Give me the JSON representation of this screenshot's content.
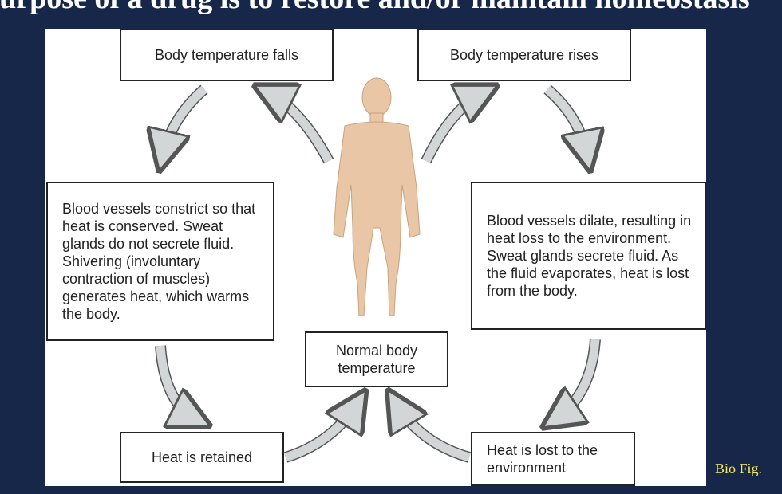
{
  "slide": {
    "title": "purpose of a drug is to restore and/or maintain homeostasis",
    "caption": "Bio Fig."
  },
  "diagram": {
    "boxes": {
      "temp_falls": "Body temperature falls",
      "temp_rises": "Body temperature rises",
      "constrict": "Blood vessels constrict so that heat is conserved. Sweat glands do not secrete fluid. Shivering (involuntary contraction of muscles) generates heat, which warms the body.",
      "dilate": "Blood vessels dilate, resulting in heat loss to the environment. Sweat glands secrete fluid. As the fluid evaporates, heat is lost from the body.",
      "normal": "Normal body temperature",
      "retained": "Heat is retained",
      "lost": "Heat is lost to the environment"
    }
  },
  "colors": {
    "background": "#16274a",
    "arrow_fill": "#d3d6d6",
    "skin": "#e9c6a6",
    "caption": "#f5e85a"
  }
}
